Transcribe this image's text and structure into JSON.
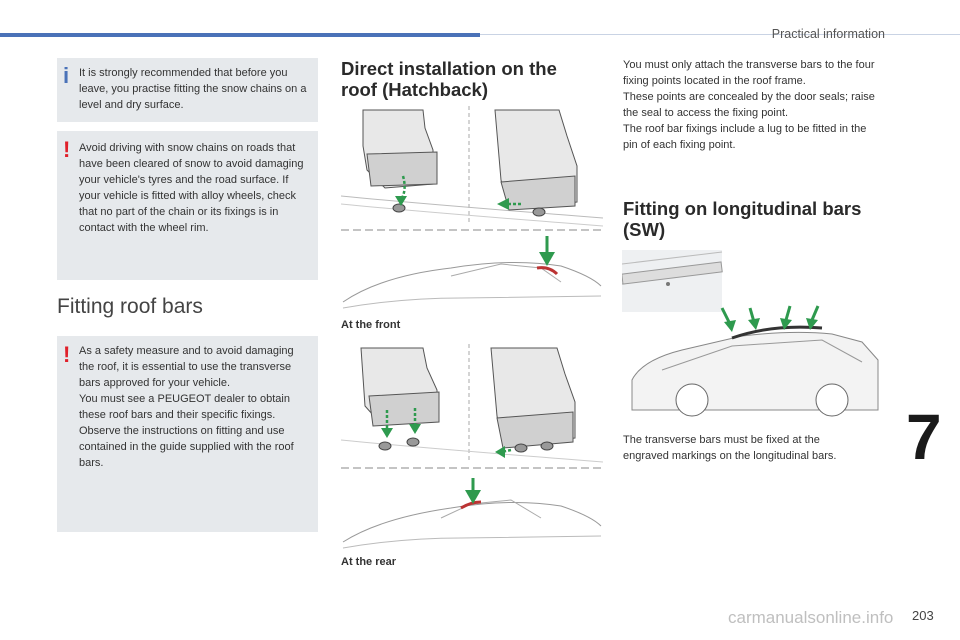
{
  "header": {
    "section_title": "Practical information"
  },
  "notes": {
    "info_practise": "It is strongly recommended that before you leave, you practise fitting the snow chains on a level and dry surface.",
    "warn_roads": "Avoid driving with snow chains on roads that have been cleared of snow to avoid damaging your vehicle's tyres and the road surface. If your vehicle is fitted with alloy wheels, check that no part of the chain or its fixings is in contact with the wheel rim.",
    "warn_roofbars": [
      "As a safety measure and to avoid damaging the roof, it is essential to use the transverse bars approved for your vehicle.",
      "You must see a PEUGEOT dealer to obtain these roof bars and their specific fixings.",
      "Observe the instructions on fitting and use contained in the guide supplied with the roof bars."
    ]
  },
  "headings": {
    "fitting_roof_bars": "Fitting roof bars",
    "direct_installation": "Direct installation on the roof (Hatchback)",
    "longitudinal": "Fitting on longitudinal bars (SW)"
  },
  "captions": {
    "front": "At the front",
    "rear": "At the rear"
  },
  "paragraphs": {
    "attach": [
      "You must only attach the transverse bars to the four fixing points located in the roof frame.",
      "These points are concealed by the door seals; raise the seal to access the fixing point.",
      "The roof bar fixings include a lug to be fitted in the pin of each fixing point."
    ],
    "engraved": "The transverse bars must be fixed at the engraved markings on the longitudinal bars."
  },
  "icons": {
    "info": "i",
    "warning": "!"
  },
  "footer": {
    "chapter_number": "7",
    "page_number": "203",
    "watermark": "carmanualsonline.info"
  },
  "colors": {
    "accent": "#4a72b8",
    "warning": "#e0202a",
    "arrow": "#2e9a4e",
    "note_bg": "#e6e9ec"
  }
}
